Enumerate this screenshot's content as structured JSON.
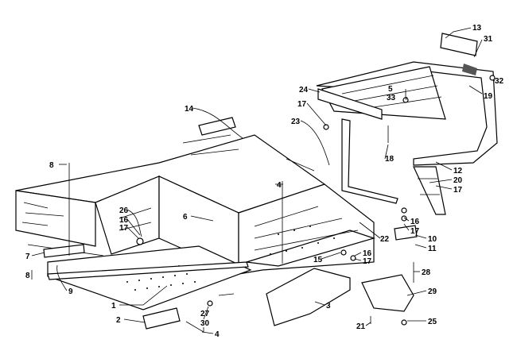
{
  "diagram": {
    "callouts": [
      {
        "id": "c13",
        "text": "13"
      },
      {
        "id": "c31",
        "text": "31"
      },
      {
        "id": "c32",
        "text": "32"
      },
      {
        "id": "c5",
        "text": "5"
      },
      {
        "id": "c33",
        "text": "33"
      },
      {
        "id": "c24",
        "text": "24"
      },
      {
        "id": "c19",
        "text": "19"
      },
      {
        "id": "c14",
        "text": "14"
      },
      {
        "id": "c17a",
        "text": "17"
      },
      {
        "id": "c23",
        "text": "23"
      },
      {
        "id": "c18",
        "text": "18"
      },
      {
        "id": "c12",
        "text": "12"
      },
      {
        "id": "c20",
        "text": "20"
      },
      {
        "id": "c17b",
        "text": "17"
      },
      {
        "id": "c8a",
        "text": "8"
      },
      {
        "id": "c4a",
        "text": "4"
      },
      {
        "id": "c26",
        "text": "26"
      },
      {
        "id": "c16a",
        "text": "16"
      },
      {
        "id": "c6",
        "text": "6"
      },
      {
        "id": "c17c",
        "text": "17"
      },
      {
        "id": "c16b",
        "text": "16"
      },
      {
        "id": "c17d",
        "text": "17"
      },
      {
        "id": "c22",
        "text": "22"
      },
      {
        "id": "c10",
        "text": "10"
      },
      {
        "id": "c11",
        "text": "11"
      },
      {
        "id": "c7",
        "text": "7"
      },
      {
        "id": "c15",
        "text": "15"
      },
      {
        "id": "c16c",
        "text": "16"
      },
      {
        "id": "c17e",
        "text": "17"
      },
      {
        "id": "c8b",
        "text": "8"
      },
      {
        "id": "c9",
        "text": "9"
      },
      {
        "id": "c28",
        "text": "28"
      },
      {
        "id": "c29",
        "text": "29"
      },
      {
        "id": "c1",
        "text": "1"
      },
      {
        "id": "c3",
        "text": "3"
      },
      {
        "id": "c2",
        "text": "2"
      },
      {
        "id": "c27",
        "text": "27"
      },
      {
        "id": "c30",
        "text": "30"
      },
      {
        "id": "c4b",
        "text": "4"
      },
      {
        "id": "c21",
        "text": "21"
      },
      {
        "id": "c25",
        "text": "25"
      }
    ]
  }
}
